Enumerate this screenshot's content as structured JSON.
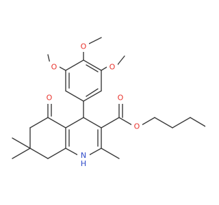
{
  "atoms": [
    {
      "id": "o-methoxy-left",
      "text": "O",
      "color": "#e8322c"
    },
    {
      "id": "o-methoxy-top",
      "text": "O",
      "color": "#e8322c"
    },
    {
      "id": "o-methoxy-right",
      "text": "O",
      "color": "#e8322c"
    },
    {
      "id": "o-ketone",
      "text": "O",
      "color": "#e8322c"
    },
    {
      "id": "o-ester-carbonyl",
      "text": "O",
      "color": "#e8322c"
    },
    {
      "id": "o-ester-ether",
      "text": "O",
      "color": "#e8322c"
    },
    {
      "id": "nh-ring",
      "text": "H\nN",
      "color": "#2d49c9"
    }
  ],
  "colors": {
    "bond": "#3a3a3a",
    "oxygen": "#e8322c",
    "nitrogen": "#2d49c9"
  }
}
